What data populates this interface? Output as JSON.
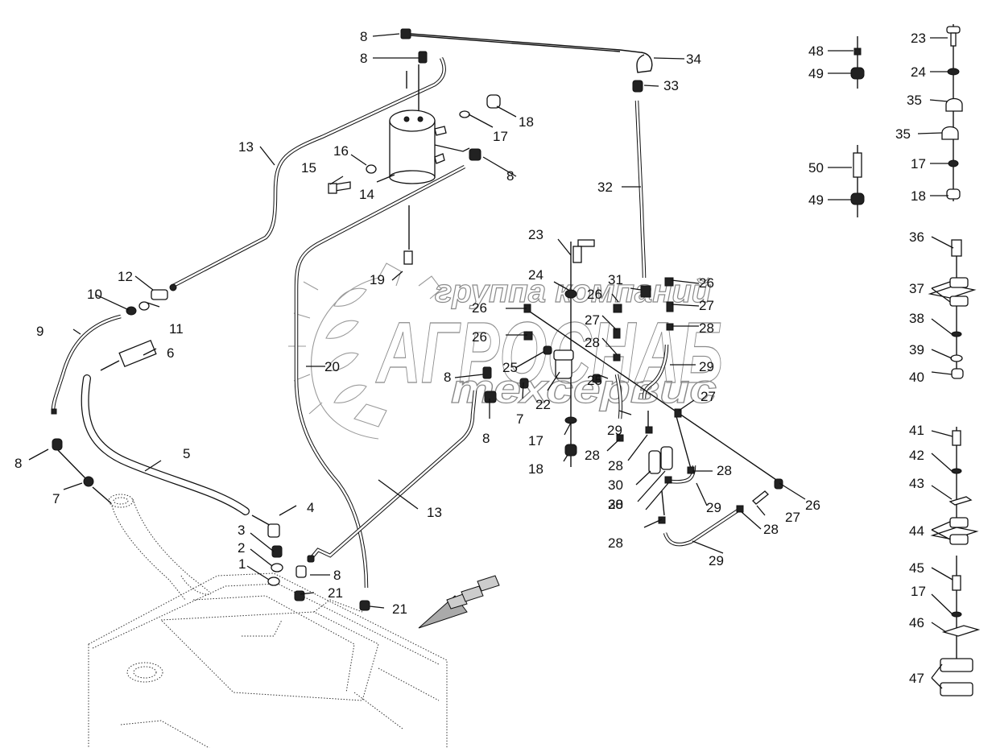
{
  "diagram": {
    "type": "exploded-parts-diagram",
    "subject": "fuel system — tank, filters, fuel lines and clamps",
    "watermark": {
      "line1": "группа компаний",
      "line2": "АГРОСНАБ",
      "line3": "техсервис"
    },
    "callouts": [
      {
        "id": "c1",
        "label": "1"
      },
      {
        "id": "c2",
        "label": "2"
      },
      {
        "id": "c3",
        "label": "3"
      },
      {
        "id": "c4",
        "label": "4"
      },
      {
        "id": "c5",
        "label": "5"
      },
      {
        "id": "c6",
        "label": "6"
      },
      {
        "id": "c7a",
        "label": "7"
      },
      {
        "id": "c7b",
        "label": "7"
      },
      {
        "id": "c8a",
        "label": "8"
      },
      {
        "id": "c8b",
        "label": "8"
      },
      {
        "id": "c8c",
        "label": "8"
      },
      {
        "id": "c8d",
        "label": "8"
      },
      {
        "id": "c8e",
        "label": "8"
      },
      {
        "id": "c8f",
        "label": "8"
      },
      {
        "id": "c8g",
        "label": "8"
      },
      {
        "id": "c9",
        "label": "9"
      },
      {
        "id": "c10",
        "label": "10"
      },
      {
        "id": "c11",
        "label": "11"
      },
      {
        "id": "c12",
        "label": "12"
      },
      {
        "id": "c13a",
        "label": "13"
      },
      {
        "id": "c13b",
        "label": "13"
      },
      {
        "id": "c14",
        "label": "14"
      },
      {
        "id": "c15",
        "label": "15"
      },
      {
        "id": "c16",
        "label": "16"
      },
      {
        "id": "c17a",
        "label": "17"
      },
      {
        "id": "c17b",
        "label": "17"
      },
      {
        "id": "c17c",
        "label": "17"
      },
      {
        "id": "c17d",
        "label": "17"
      },
      {
        "id": "c18a",
        "label": "18"
      },
      {
        "id": "c18b",
        "label": "18"
      },
      {
        "id": "c18c",
        "label": "18"
      },
      {
        "id": "c19",
        "label": "19"
      },
      {
        "id": "c20",
        "label": "20"
      },
      {
        "id": "c21a",
        "label": "21"
      },
      {
        "id": "c21b",
        "label": "21"
      },
      {
        "id": "c22",
        "label": "22"
      },
      {
        "id": "c23a",
        "label": "23"
      },
      {
        "id": "c23b",
        "label": "23"
      },
      {
        "id": "c24a",
        "label": "24"
      },
      {
        "id": "c24b",
        "label": "24"
      },
      {
        "id": "c25a",
        "label": "25"
      },
      {
        "id": "c25b",
        "label": "25"
      },
      {
        "id": "c26a",
        "label": "26"
      },
      {
        "id": "c26b",
        "label": "26"
      },
      {
        "id": "c26c",
        "label": "26"
      },
      {
        "id": "c26d",
        "label": "26"
      },
      {
        "id": "c26e",
        "label": "26"
      },
      {
        "id": "c27a",
        "label": "27"
      },
      {
        "id": "c27b",
        "label": "27"
      },
      {
        "id": "c27c",
        "label": "27"
      },
      {
        "id": "c27d",
        "label": "27"
      },
      {
        "id": "c28a",
        "label": "28"
      },
      {
        "id": "c28b",
        "label": "28"
      },
      {
        "id": "c28c",
        "label": "28"
      },
      {
        "id": "c28d",
        "label": "28"
      },
      {
        "id": "c28e",
        "label": "28"
      },
      {
        "id": "c28f",
        "label": "28"
      },
      {
        "id": "c28g",
        "label": "28"
      },
      {
        "id": "c28h",
        "label": "28"
      },
      {
        "id": "c29a",
        "label": "29"
      },
      {
        "id": "c29b",
        "label": "29"
      },
      {
        "id": "c29c",
        "label": "29"
      },
      {
        "id": "c29d",
        "label": "29"
      },
      {
        "id": "c30a",
        "label": "30"
      },
      {
        "id": "c30b",
        "label": "30"
      },
      {
        "id": "c31",
        "label": "31"
      },
      {
        "id": "c32",
        "label": "32"
      },
      {
        "id": "c33",
        "label": "33"
      },
      {
        "id": "c34",
        "label": "34"
      },
      {
        "id": "c35a",
        "label": "35"
      },
      {
        "id": "c35b",
        "label": "35"
      },
      {
        "id": "c36",
        "label": "36"
      },
      {
        "id": "c37",
        "label": "37"
      },
      {
        "id": "c38",
        "label": "38"
      },
      {
        "id": "c39",
        "label": "39"
      },
      {
        "id": "c40",
        "label": "40"
      },
      {
        "id": "c41",
        "label": "41"
      },
      {
        "id": "c42",
        "label": "42"
      },
      {
        "id": "c43",
        "label": "43"
      },
      {
        "id": "c44",
        "label": "44"
      },
      {
        "id": "c45",
        "label": "45"
      },
      {
        "id": "c46",
        "label": "46"
      },
      {
        "id": "c47",
        "label": "47"
      },
      {
        "id": "c48",
        "label": "48"
      },
      {
        "id": "c49a",
        "label": "49"
      },
      {
        "id": "c49b",
        "label": "49"
      },
      {
        "id": "c50",
        "label": "50"
      }
    ]
  }
}
